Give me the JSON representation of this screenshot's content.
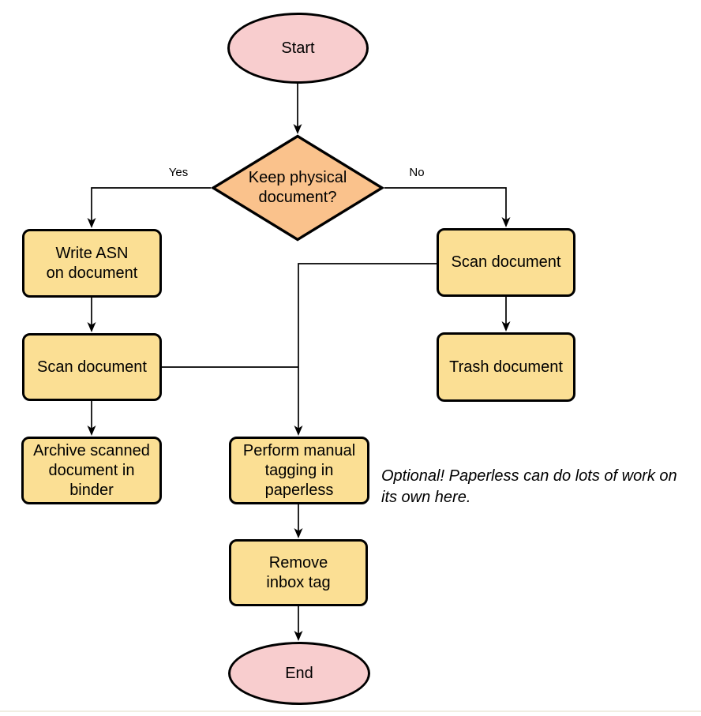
{
  "colors": {
    "background": "#ffffff",
    "stroke": "#000000",
    "terminal_fill": "#f8cdce",
    "decision_fill": "#fac28c",
    "process_fill": "#fbdf94",
    "bottom_border": "#f0eee2"
  },
  "nodes": {
    "start": {
      "shape": "ellipse",
      "label": "Start"
    },
    "keep_physical": {
      "shape": "diamond",
      "label": "Keep physical\ndocument?"
    },
    "write_asn": {
      "shape": "rect",
      "label": "Write ASN\non document"
    },
    "scan_document_left": {
      "shape": "rect",
      "label": "Scan document"
    },
    "archive_binder": {
      "shape": "rect",
      "label": "Archive scanned\ndocument in\nbinder"
    },
    "scan_document_right": {
      "shape": "rect",
      "label": "Scan document"
    },
    "trash_document": {
      "shape": "rect",
      "label": "Trash document"
    },
    "manual_tagging": {
      "shape": "rect",
      "label": "Perform manual\ntagging in\npaperless"
    },
    "remove_inbox_tag": {
      "shape": "rect",
      "label": "Remove\ninbox tag"
    },
    "end": {
      "shape": "ellipse",
      "label": "End"
    }
  },
  "edges": [
    {
      "from": "start",
      "to": "keep_physical",
      "label": ""
    },
    {
      "from": "keep_physical",
      "to": "write_asn",
      "label": "Yes"
    },
    {
      "from": "keep_physical",
      "to": "scan_document_right",
      "label": "No"
    },
    {
      "from": "write_asn",
      "to": "scan_document_left",
      "label": ""
    },
    {
      "from": "scan_document_left",
      "to": "archive_binder",
      "label": ""
    },
    {
      "from": "scan_document_left",
      "to": "manual_tagging",
      "label": ""
    },
    {
      "from": "scan_document_right",
      "to": "trash_document",
      "label": ""
    },
    {
      "from": "scan_document_right",
      "to": "manual_tagging",
      "label": ""
    },
    {
      "from": "manual_tagging",
      "to": "remove_inbox_tag",
      "label": ""
    },
    {
      "from": "remove_inbox_tag",
      "to": "end",
      "label": ""
    }
  ],
  "note": "Optional! Paperless can do lots of work on\nits own here."
}
